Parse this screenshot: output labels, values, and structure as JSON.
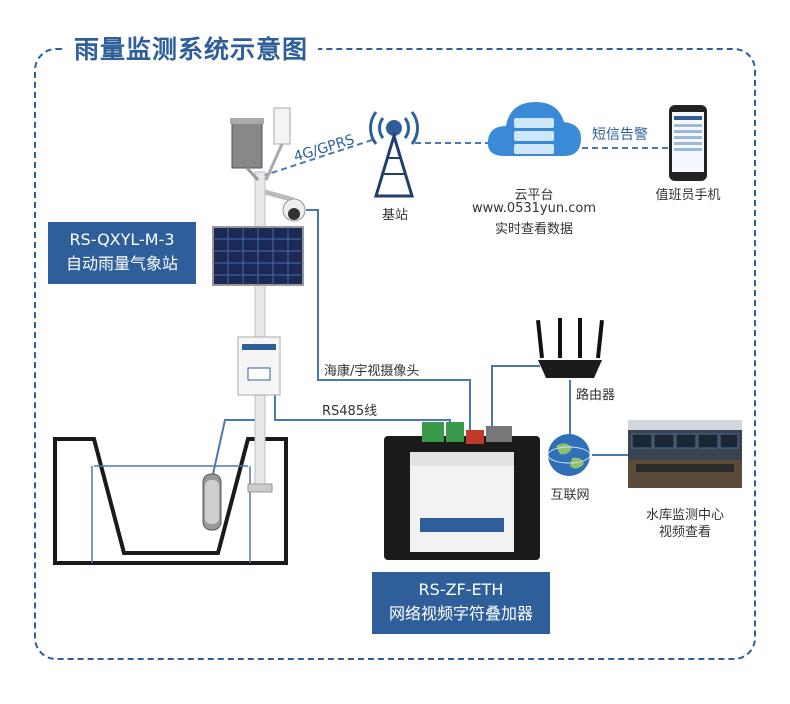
{
  "title": "雨量监测系统示意图",
  "station_box": {
    "line1": "RS-QXYL-M-3",
    "line2": "自动雨量气象站"
  },
  "device_box": {
    "line1": "RS-ZF-ETH",
    "line2": "网络视频字符叠加器"
  },
  "labels": {
    "link_4g": "4G/GPRS",
    "base_station": "基站",
    "cloud_name": "云平台",
    "cloud_url": "www.0531yun.com",
    "cloud_desc": "实时查看数据",
    "sms_alarm": "短信告警",
    "phone": "值班员手机",
    "camera": "海康/宇视摄像头",
    "rs485": "RS485线",
    "router": "路由器",
    "internet": "互联网",
    "monitor_line1": "水库监测中心",
    "monitor_line2": "视频查看"
  },
  "colors": {
    "accent": "#2f5f9a",
    "line": "#4a78b4",
    "dark": "#222222"
  }
}
